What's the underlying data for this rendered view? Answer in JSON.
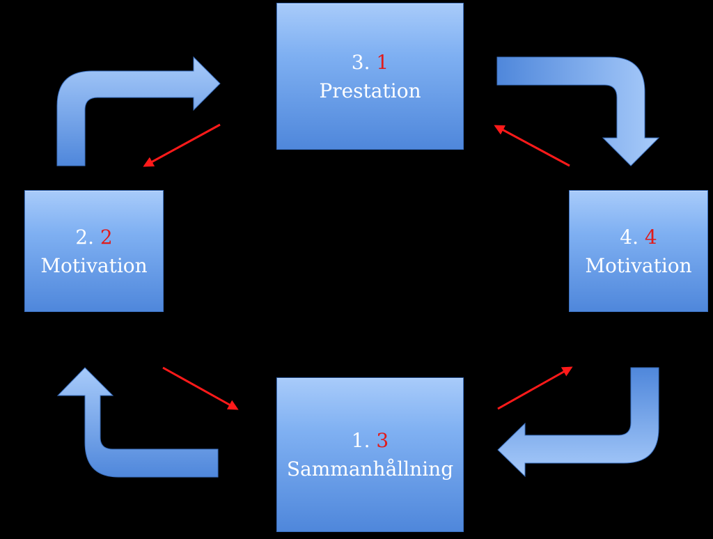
{
  "diagram": {
    "boxes": {
      "top": {
        "number": "3.",
        "accent": "1",
        "label": "Prestation"
      },
      "left": {
        "number": "2.",
        "accent": "2",
        "label": "Motivation"
      },
      "right": {
        "number": "4.",
        "accent": "4",
        "label": "Motivation"
      },
      "bottom": {
        "number": "1.",
        "accent": "3",
        "label": "Sammanhållning"
      }
    },
    "colors": {
      "background": "#000000",
      "box_light": "#a8cbfa",
      "box_dark": "#4f87db",
      "arrow_light": "#a8cbfa",
      "arrow_dark": "#4f87db",
      "accent_text": "#e01b1b",
      "red_arrow": "#ff1a1a"
    }
  }
}
